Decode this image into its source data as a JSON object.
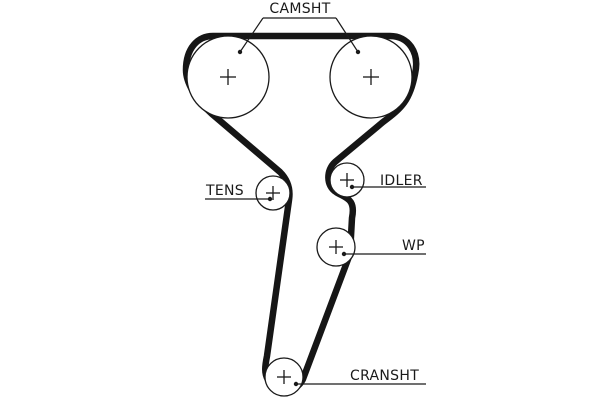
{
  "diagram": {
    "labels": {
      "camshaft": "CAMSHT",
      "tensioner": "TENS",
      "idler": "IDLER",
      "water_pump": "WP",
      "crankshaft": "CRANSHT"
    },
    "colors": {
      "belt": "#161616",
      "line": "#1a1a1a",
      "background": "#ffffff"
    }
  }
}
